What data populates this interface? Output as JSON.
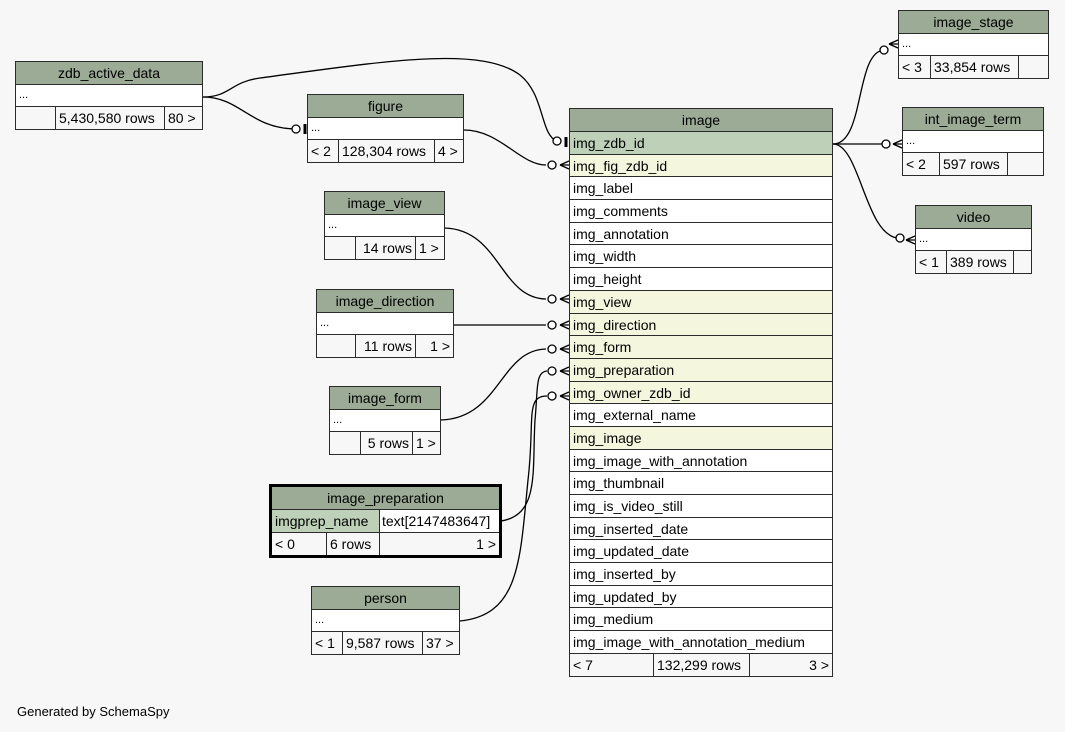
{
  "credit": "Generated by SchemaSpy",
  "colors": {
    "header": "#9bab96",
    "primary_key": "#bed1b8",
    "foreign_key": "#f4f6de",
    "background": "#f7f7f7"
  },
  "tables": {
    "zdb_active_data": {
      "title": "zdb_active_data",
      "columns_placeholder": "...",
      "parents": "",
      "rows": "5,430,580 rows",
      "children": "80 >"
    },
    "figure": {
      "title": "figure",
      "columns_placeholder": "...",
      "parents": "< 2",
      "rows": "128,304 rows",
      "children": "4 >"
    },
    "image_view": {
      "title": "image_view",
      "columns_placeholder": "...",
      "parents": "",
      "rows": "14 rows",
      "children": "1 >"
    },
    "image_direction": {
      "title": "image_direction",
      "columns_placeholder": "...",
      "parents": "",
      "rows": "11 rows",
      "children": "1 >"
    },
    "image_form": {
      "title": "image_form",
      "columns_placeholder": "...",
      "parents": "",
      "rows": "5 rows",
      "children": "1 >"
    },
    "image_preparation": {
      "title": "image_preparation",
      "column_name": "imgprep_name",
      "column_type": "text[2147483647]",
      "parents": "< 0",
      "rows": "6 rows",
      "children": "1 >"
    },
    "person": {
      "title": "person",
      "columns_placeholder": "...",
      "parents": "< 1",
      "rows": "9,587 rows",
      "children": "37 >"
    },
    "image_stage": {
      "title": "image_stage",
      "columns_placeholder": "...",
      "parents": "< 3",
      "rows": "33,854 rows",
      "children": ""
    },
    "int_image_term": {
      "title": "int_image_term",
      "columns_placeholder": "...",
      "parents": "< 2",
      "rows": "597 rows",
      "children": ""
    },
    "video": {
      "title": "video",
      "columns_placeholder": "...",
      "parents": "< 1",
      "rows": "389 rows",
      "children": ""
    },
    "image": {
      "title": "image",
      "columns": [
        {
          "name": "img_zdb_id",
          "kind": "pk"
        },
        {
          "name": "img_fig_zdb_id",
          "kind": "fk"
        },
        {
          "name": "img_label",
          "kind": ""
        },
        {
          "name": "img_comments",
          "kind": ""
        },
        {
          "name": "img_annotation",
          "kind": ""
        },
        {
          "name": "img_width",
          "kind": ""
        },
        {
          "name": "img_height",
          "kind": ""
        },
        {
          "name": "img_view",
          "kind": "fk"
        },
        {
          "name": "img_direction",
          "kind": "fk"
        },
        {
          "name": "img_form",
          "kind": "fk"
        },
        {
          "name": "img_preparation",
          "kind": "fk"
        },
        {
          "name": "img_owner_zdb_id",
          "kind": "fk"
        },
        {
          "name": "img_external_name",
          "kind": ""
        },
        {
          "name": "img_image",
          "kind": "fk"
        },
        {
          "name": "img_image_with_annotation",
          "kind": ""
        },
        {
          "name": "img_thumbnail",
          "kind": ""
        },
        {
          "name": "img_is_video_still",
          "kind": ""
        },
        {
          "name": "img_inserted_date",
          "kind": ""
        },
        {
          "name": "img_updated_date",
          "kind": ""
        },
        {
          "name": "img_inserted_by",
          "kind": ""
        },
        {
          "name": "img_updated_by",
          "kind": ""
        },
        {
          "name": "img_medium",
          "kind": ""
        },
        {
          "name": "img_image_with_annotation_medium",
          "kind": ""
        }
      ],
      "parents": "< 7",
      "rows": "132,299 rows",
      "children": "3 >"
    }
  },
  "relationships": [
    {
      "from": "zdb_active_data",
      "to": "image.img_zdb_id",
      "cardinality": "zero-or-one"
    },
    {
      "from": "zdb_active_data",
      "to": "figure",
      "cardinality": "zero-or-one"
    },
    {
      "from": "figure",
      "to": "image.img_fig_zdb_id",
      "cardinality": "zero-or-many"
    },
    {
      "from": "image_view",
      "to": "image.img_view",
      "cardinality": "zero-or-many"
    },
    {
      "from": "image_direction",
      "to": "image.img_direction",
      "cardinality": "zero-or-many"
    },
    {
      "from": "image_form",
      "to": "image.img_form",
      "cardinality": "zero-or-many"
    },
    {
      "from": "image_preparation",
      "to": "image.img_preparation",
      "cardinality": "zero-or-many"
    },
    {
      "from": "person",
      "to": "image.img_owner_zdb_id",
      "cardinality": "zero-or-many"
    },
    {
      "from": "image.img_zdb_id",
      "to": "image_stage",
      "cardinality": "zero-or-many"
    },
    {
      "from": "image.img_zdb_id",
      "to": "int_image_term",
      "cardinality": "zero-or-many"
    },
    {
      "from": "image.img_zdb_id",
      "to": "video",
      "cardinality": "zero-or-many"
    }
  ]
}
